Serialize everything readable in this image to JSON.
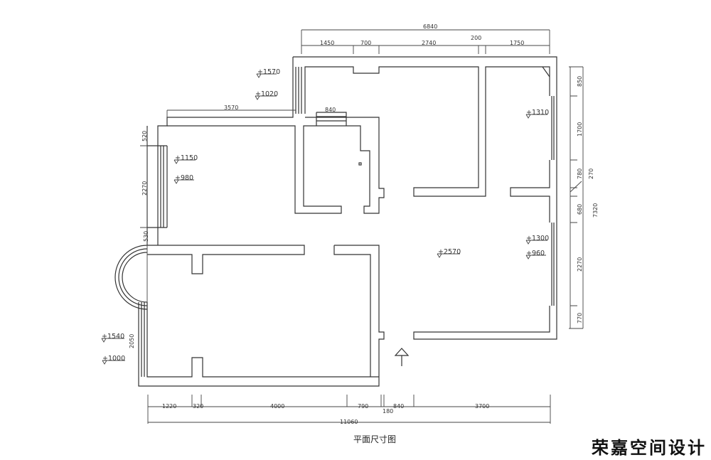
{
  "title": "平面尺寸图",
  "brand": "荣嘉空间设计",
  "dims_top": {
    "total": "6840",
    "segments": [
      "1450",
      "700",
      "2740",
      "200",
      "1750"
    ]
  },
  "dims_bottom": {
    "total": "11060",
    "segments": [
      "1220",
      "320",
      "4000",
      "790",
      "180",
      "840",
      "3700"
    ]
  },
  "dims_right": {
    "total": "7320",
    "segments": [
      "850",
      "1700",
      "780",
      "270",
      "680",
      "2270",
      "770"
    ]
  },
  "dims_left": {
    "segments": [
      "520",
      "2270",
      "530",
      "2050"
    ]
  },
  "dims_inner": {
    "top_left": "3570",
    "kitchen": "840"
  },
  "elevations": [
    "+1570",
    "+1020",
    "+1150",
    "+980",
    "+1540",
    "+1000",
    "+1310",
    "+1300",
    "+960",
    "+2570"
  ]
}
